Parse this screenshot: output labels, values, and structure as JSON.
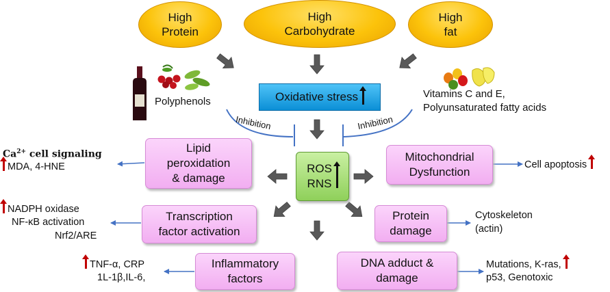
{
  "diet": {
    "protein": [
      "High",
      "Protein"
    ],
    "carbohydrate": [
      "High",
      "Carbohydrate"
    ],
    "fat": [
      "High",
      "fat"
    ]
  },
  "center": {
    "oxidative_stress": "Oxidative stress",
    "ros": "ROS",
    "rns": "RNS"
  },
  "inhibitors": {
    "polyphenols": "Polyphenols",
    "vitamins_line1": "Vitamins C and E,",
    "vitamins_line2": "Polyunsaturated  fatty acids",
    "inhibition_left": "Inhibition",
    "inhibition_right": "Inhibition"
  },
  "effects": {
    "lipid": [
      "Lipid",
      "peroxidation",
      "& damage"
    ],
    "mito": [
      "Mitochondrial",
      "Dysfunction"
    ],
    "transcription": [
      "Transcription",
      "factor activation"
    ],
    "protein": [
      "Protein",
      "damage"
    ],
    "inflammatory": [
      "Inflammatory",
      "factors"
    ],
    "dna": [
      "DNA adduct &",
      "damage"
    ]
  },
  "outcomes": {
    "ca_signaling": "Ca",
    "ca_sup": "2+",
    "ca_rest": " cell signaling",
    "mda": "MDA, 4-HNE",
    "apoptosis": "Cell apoptosis",
    "nadph": "NADPH oxidase",
    "nfkb": "NF-κB activation",
    "nrf2": "Nrf2/ARE",
    "cytoskeleton": "Cytoskeleton",
    "actin": "(actin)",
    "tnf": "TNF-α, CRP",
    "il": "1L-1β,IL-6,",
    "mutations": "Mutations, K-ras,",
    "p53": "p53, Genotoxic"
  },
  "colors": {
    "ellipse": "#fcc30b",
    "pink_box": "#f2aef1",
    "blue_box": "#0b8fd6",
    "green_box": "#8fd05a",
    "arrow_grey": "#595959",
    "inhibition_line": "#4472c4",
    "up_arrow_red": "#c00000"
  }
}
